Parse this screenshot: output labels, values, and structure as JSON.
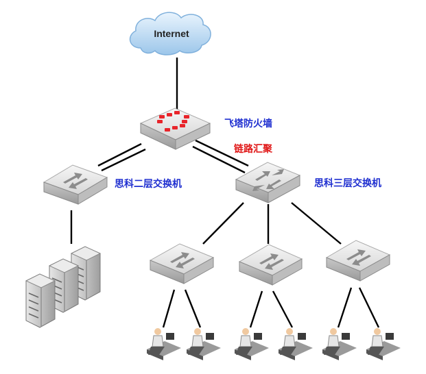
{
  "cloud": {
    "label": "Internet"
  },
  "labels": {
    "firewall": "飞塔防火墙",
    "link_aggregation": "链路汇聚",
    "l2_switch": "思科二层交换机",
    "l3_switch": "思科三层交换机"
  },
  "colors": {
    "label_blue": "#1f2fd0",
    "label_red": "#e01818",
    "firewall_logo": "#e8242a",
    "cloud": "#b9d7f0"
  }
}
